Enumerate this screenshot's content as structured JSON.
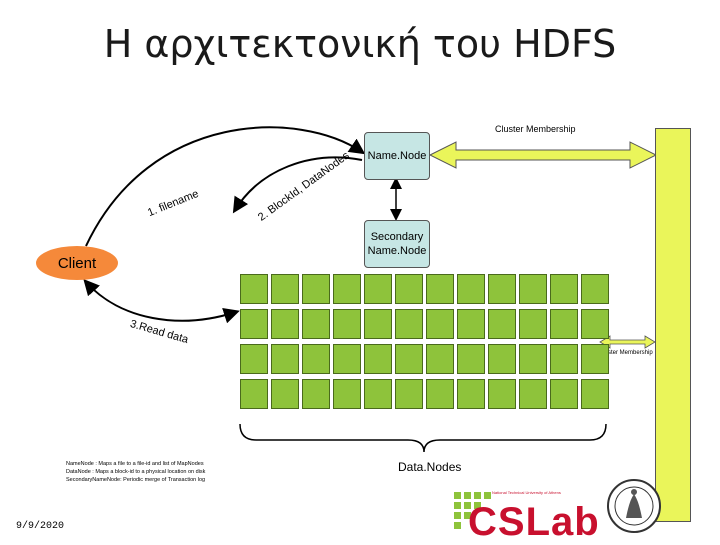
{
  "title": "Η αρχιτεκτονική του HDFS",
  "nodes": {
    "namenode": "Name.Node",
    "secondary": "Secondary\nName.Node",
    "client": "Client"
  },
  "edges": {
    "filename": "1. filename",
    "blockid": "2. BlockId, DataNodes",
    "read": "3.Read data"
  },
  "labels": {
    "cluster_membership_top": "Cluster Membership",
    "cluster_membership_small": "Cluster Membership",
    "datanodes": "Data.Nodes"
  },
  "legend": [
    "NameNode : Maps a file to a file-id and list of MapNodes",
    "DataNode : Maps a block-id to a physical location on disk",
    "SecondaryNameNode: Periodic merge of Transaction log"
  ],
  "footer": {
    "date": "9/9/2020",
    "logo": "CSLab",
    "logo_sub": "National Technical University of Athens"
  },
  "grid": {
    "rows": 4,
    "cols": 12
  },
  "colors": {
    "node_fill": "#c6e6e4",
    "client_fill": "#f5893a",
    "datanode_fill": "#8ec33b",
    "cluster_bar": "#eaf55a",
    "logo": "#c8102e"
  }
}
